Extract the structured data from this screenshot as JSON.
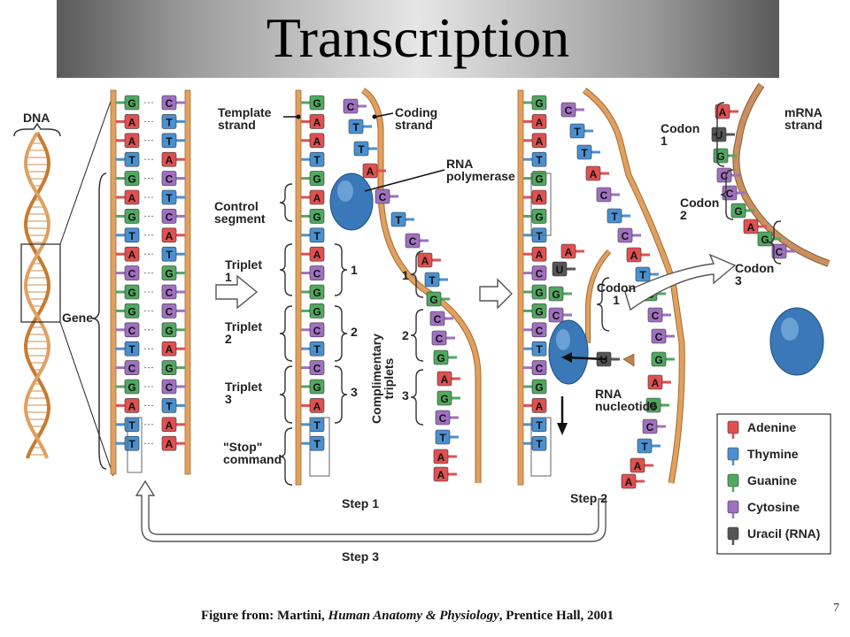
{
  "title": "Transcription",
  "labels": {
    "dna": "DNA",
    "gene": "Gene",
    "template_strand": [
      "Template",
      "strand"
    ],
    "coding_strand": [
      "Coding",
      "strand"
    ],
    "rna_polymerase": [
      "RNA",
      "polymerase"
    ],
    "control_segment": [
      "Control",
      "segment"
    ],
    "triplet1": [
      "Triplet",
      "1"
    ],
    "triplet2": [
      "Triplet",
      "2"
    ],
    "triplet3": [
      "Triplet",
      "3"
    ],
    "stop_command": [
      "\"Stop\"",
      "command"
    ],
    "complimentary_triplets": [
      "Complimentary",
      "triplets"
    ],
    "num1": "1",
    "num2": "2",
    "num3": "3",
    "codon1": [
      "Codon",
      "1"
    ],
    "codon2": [
      "Codon",
      "2"
    ],
    "codon3": [
      "Codon",
      "3"
    ],
    "mrna_strand": [
      "mRNA",
      "strand"
    ],
    "rna_nucleotide": [
      "RNA",
      "nucleotide"
    ],
    "step1": "Step 1",
    "step2": "Step 2",
    "step3": "Step 3"
  },
  "legend": [
    {
      "name": "Adenine",
      "color": "#e05050"
    },
    {
      "name": "Thymine",
      "color": "#4a90d0"
    },
    {
      "name": "Guanine",
      "color": "#50a860"
    },
    {
      "name": "Cytosine",
      "color": "#a070c0"
    },
    {
      "name": "Uracil (RNA)",
      "color": "#555555"
    }
  ],
  "sequences": {
    "dna_left": [
      "G",
      "A",
      "A",
      "T",
      "G",
      "A",
      "G",
      "T",
      "A",
      "C",
      "G",
      "G",
      "C",
      "T",
      "C",
      "G",
      "A",
      "T",
      "T"
    ],
    "dna_right": [
      "C",
      "T",
      "T",
      "A",
      "C",
      "T",
      "C",
      "A",
      "T",
      "G",
      "C",
      "C",
      "G",
      "A",
      "G",
      "C",
      "T",
      "A",
      "A"
    ],
    "template_step1": [
      "G",
      "A",
      "A",
      "T",
      "G",
      "A",
      "G",
      "T",
      "A",
      "C",
      "G",
      "G",
      "C",
      "T",
      "C",
      "G",
      "A",
      "T",
      "T"
    ],
    "coding_step1": [
      "C",
      "T",
      "T",
      "A",
      "C",
      "T",
      "C",
      "A",
      "T",
      "G",
      "C",
      "C",
      "G",
      "A",
      "G",
      "C",
      "T",
      "A",
      "A"
    ],
    "template_step2": [
      "G",
      "A",
      "A",
      "T",
      "G",
      "A",
      "G",
      "T",
      "A",
      "C",
      "G",
      "G",
      "C",
      "T",
      "C",
      "G",
      "A",
      "T",
      "T"
    ],
    "coding_step2": [
      "C",
      "T",
      "T",
      "A",
      "C",
      "T",
      "C",
      "A",
      "T",
      "G",
      "C",
      "C",
      "G",
      "A",
      "G",
      "C",
      "T",
      "A",
      "A"
    ],
    "mrna_growing": [
      "A",
      "U",
      "G",
      "C"
    ],
    "free_nucleotide": "U",
    "mrna_final": [
      "A",
      "U",
      "G",
      "C",
      "C",
      "G",
      "A",
      "G",
      "C"
    ]
  },
  "caption": {
    "prefix": "Figure from: Martini, ",
    "italic": "Human Anatomy & Physiology",
    "suffix": ", Prentice Hall, 2001"
  },
  "page_number": "7"
}
